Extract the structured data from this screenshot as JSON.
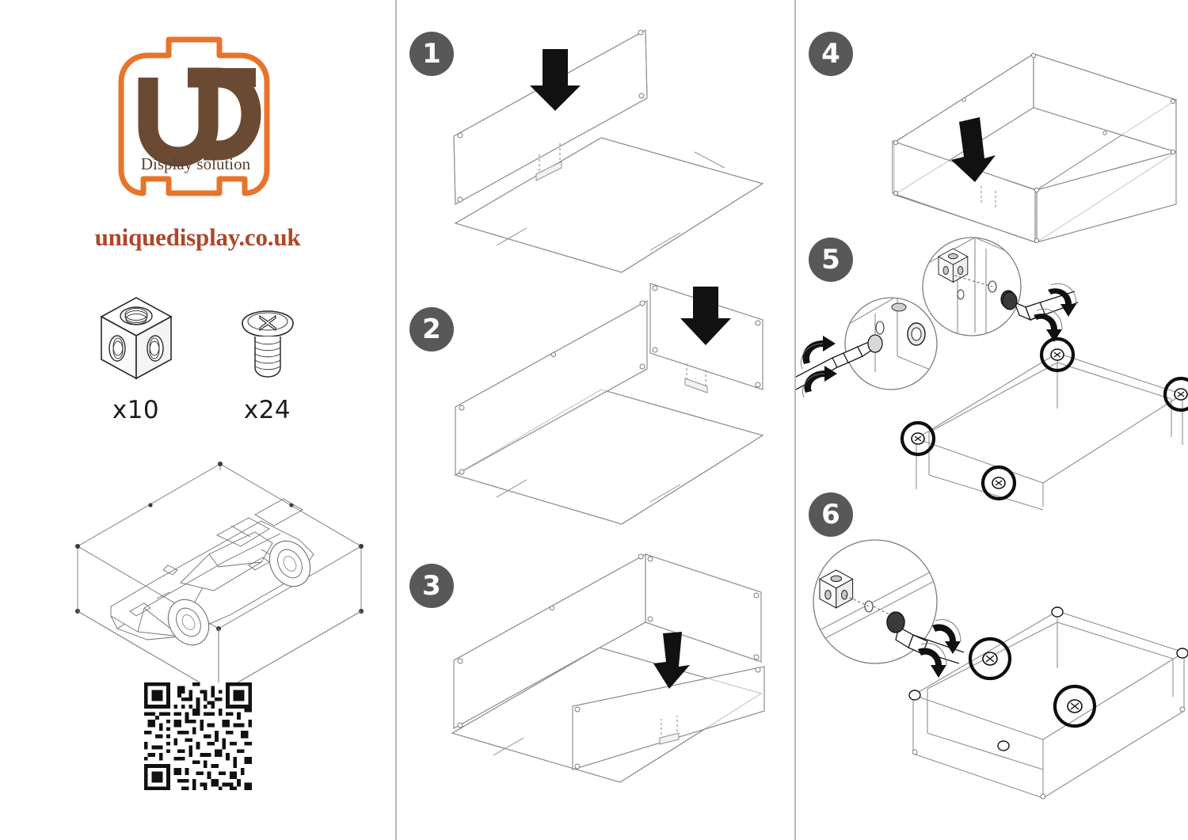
{
  "document": {
    "type": "assembly-instruction-sheet",
    "background_color": "#ffffff",
    "divider_color": "#b9b9b9"
  },
  "brand": {
    "logo_alt": "UD Display solution",
    "logo_letters": "UD",
    "logo_tagline": "Display solution",
    "logo_outline_color": "#e8732c",
    "logo_letter_color": "#6b4a33",
    "url": "uniquedisplay.co.uk",
    "url_color": "#b0462a"
  },
  "parts": [
    {
      "name": "cube-connector",
      "icon": "cube-connector-icon",
      "quantity_label": "x10",
      "quantity": 10
    },
    {
      "name": "screw",
      "icon": "screw-icon",
      "quantity_label": "x24",
      "quantity": 24
    }
  ],
  "product": {
    "name": "display-case-with-car-model",
    "description": "Acrylic display case containing a brick-built sports car model"
  },
  "qr": {
    "name": "qr-code",
    "alt": "QR code"
  },
  "steps": [
    {
      "number": "1",
      "name": "step-1",
      "action": "lower-back-panel-onto-base"
    },
    {
      "number": "2",
      "name": "step-2",
      "action": "lower-right-side-panel"
    },
    {
      "number": "3",
      "name": "step-3",
      "action": "lower-front-panel"
    },
    {
      "number": "4",
      "name": "step-4",
      "action": "lower-left-side-panel"
    },
    {
      "number": "5",
      "name": "step-5",
      "action": "fasten-corner-screws-with-cube-connectors"
    },
    {
      "number": "6",
      "name": "step-6",
      "action": "fasten-remaining-edge-screws"
    }
  ],
  "colors": {
    "badge_background": "#585858",
    "badge_text": "#ffffff",
    "line_art": "#8e8e8e",
    "arrow": "#111111",
    "highlight_circle": "#0d0d0d"
  }
}
